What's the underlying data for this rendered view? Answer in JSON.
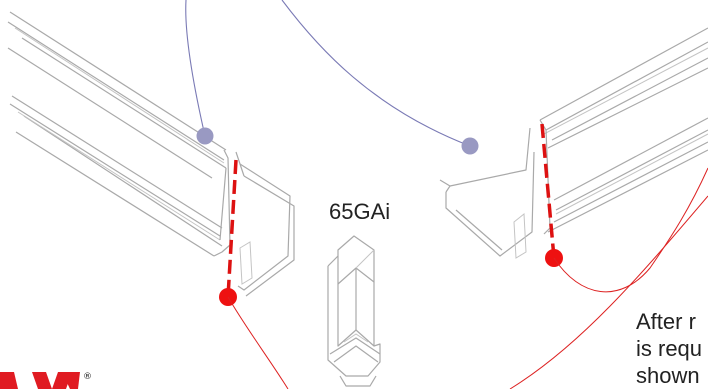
{
  "part_label": "65GAi",
  "caption_lines": [
    "After r",
    "is requ",
    "shown"
  ],
  "registered_mark": "®",
  "colors": {
    "cut_line": "#dd1111",
    "callout_line": "#dd2222",
    "leader_line": "#7a7ab5",
    "anchor_dot": "#9999c2",
    "logo_red": "#e01b22"
  }
}
